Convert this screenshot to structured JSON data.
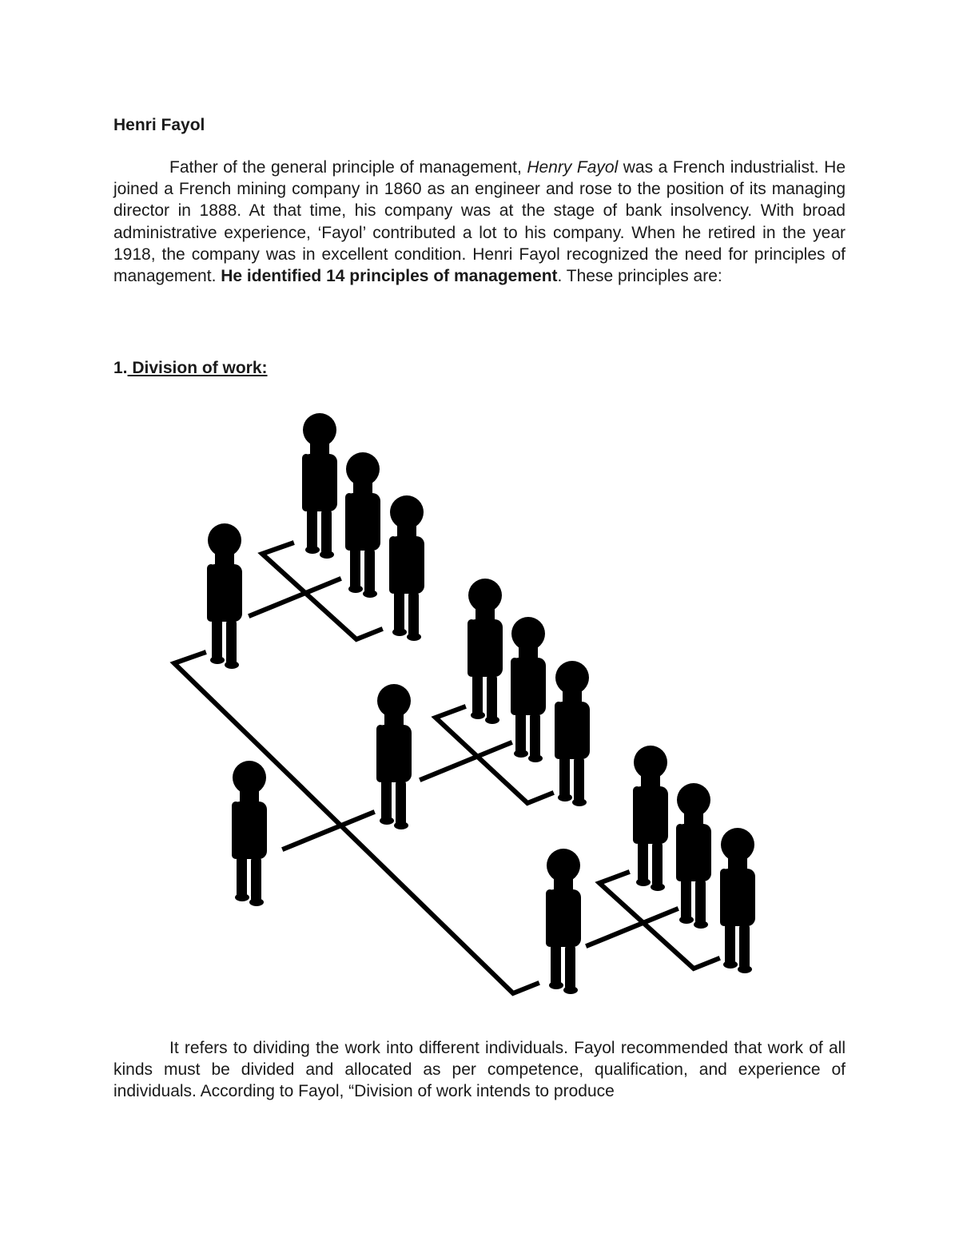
{
  "document": {
    "title": "Henri Fayol",
    "intro": {
      "part1": "Father of the general principle of management, ",
      "name_italic": "Henry Fayol",
      "part2": " was a French industrialist. He joined a French mining company in 1860 as an engineer and rose to the position of its managing director in 1888. At that time, his company was at the stage of bank insolvency. With broad administrative experience, ‘Fayol’ contributed a lot to his company. When he retired in the year 1918, the company was in excellent condition. Henri Fayol recognized the need for principles of management. ",
      "bold": "He identified 14 principles of management",
      "part3": ". These principles are:"
    },
    "section1": {
      "number": "1.",
      "title": " Division of work:"
    },
    "closing": "It refers to dividing the work into different individuals. Fayol recommended that work of all kinds must be divided and allocated as per competence, qualification, and experience of individuals. According to Fayol, “Division of work intends to produce"
  },
  "figure": {
    "colors": {
      "top": "#f25a5a",
      "manager": "#1fb6bd",
      "worker": "#878891",
      "line": "#000000"
    }
  }
}
